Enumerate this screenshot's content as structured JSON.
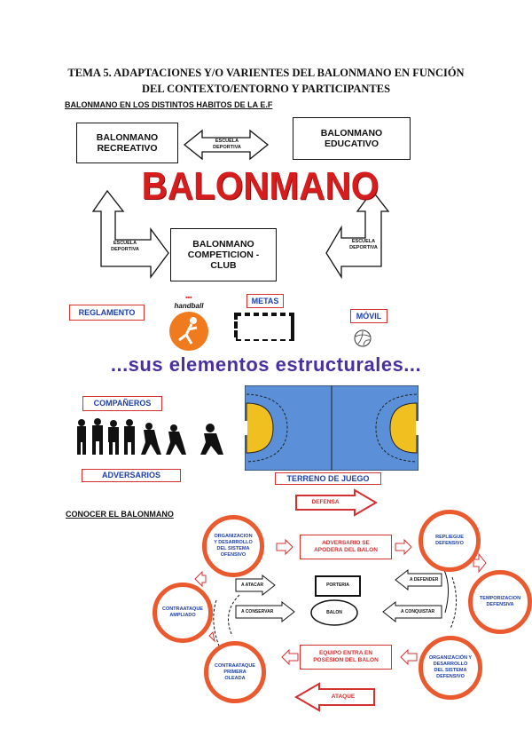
{
  "title": {
    "line1": "TEMA 5. ADAPTACIONES Y/O VARIENTES DEL BALONMANO EN FUNCIÓN",
    "line2": "DEL CONTEXTO/ENTORNO Y PARTICIPANTES"
  },
  "section1": {
    "heading": "BALONMANO EN LOS DISTINTOS HABITOS DE LA E.F",
    "recreativo": [
      "BALONMANO",
      "RECREATIVO"
    ],
    "educativo": [
      "BALONMANO",
      "EDUCATIVO"
    ],
    "competicion": [
      "BALONMANO",
      "COMPETICION -",
      "CLUB"
    ],
    "arrow_top": [
      "ESCUELA",
      "DEPORTIVA"
    ],
    "arrow_left": [
      "ESCUELA",
      "DEPORTIVA"
    ],
    "arrow_right": [
      "ESCUELA",
      "DEPORTIVA"
    ],
    "big_word": "BALONMANO"
  },
  "elements": {
    "reglamento": "REGLAMENTO",
    "metas": "METAS",
    "movil": "MÓVIL",
    "handball_logo": "handball",
    "subtitle": "...sus elementos estructurales...",
    "companeros": "COMPAÑEROS",
    "adversarios": "ADVERSARIOS",
    "terreno": "TERRENO DE JUEGO"
  },
  "section2": {
    "heading": "CONOCER EL BALONMANO",
    "defensa": "DEFENSA",
    "ataque": "ATAQUE",
    "adversario_box": [
      "ADVERSARIO SE",
      "APODERA DEL BALON"
    ],
    "equipo_box": [
      "EQUIPO ENTRA EN",
      "POSESION DEL BALON"
    ],
    "porteria": "PORTERIA",
    "balon": "BALON",
    "a_atacar": "A ATACAR",
    "a_conservar": "A CONSERVAR",
    "a_defender": "A DEFENDER",
    "a_conquistar": "A CONQUISTAR",
    "c_organizacion_of": "ORGANIZACION Y DESARROLLO DEL SISTEMA OFENSIVO",
    "c_contraataque_amp": "CONTRAATAQUE AMPLIADO",
    "c_contraataque_pri": "CONTRAATAQUE PRIMERA OLEADA",
    "c_repliegue": "REPLIEGUE DEFENSIVO",
    "c_temporizacion": "TEMPORIZACION DEFENSIVA",
    "c_organizacion_def": "ORGANIZACIÓN Y DESARROLLO DEL SISTEMA DEFENSIVO"
  },
  "colors": {
    "red": "#d63030",
    "blue": "#1d3fa8",
    "orange": "#ea5a2e",
    "court": "#5b8fd8",
    "area": "#f0c020"
  }
}
